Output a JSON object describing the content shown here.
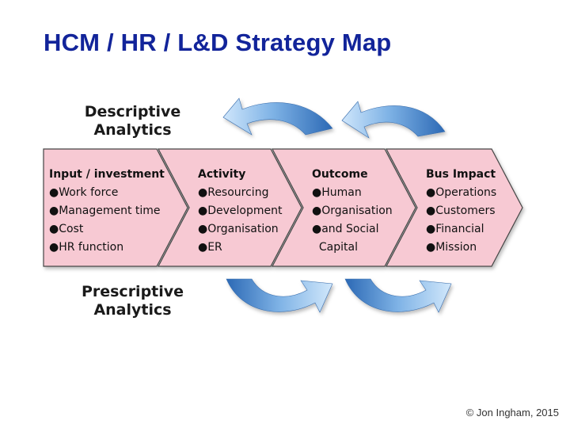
{
  "title": "HCM / HR / L&D Strategy Map",
  "descriptive_label": [
    "Descriptive",
    "Analytics"
  ],
  "prescriptive_label": [
    "Prescriptive",
    "Analytics"
  ],
  "stages": [
    {
      "heading": "Input / investment",
      "items": [
        "●Work force",
        "●Management time",
        "●Cost",
        "●HR function"
      ]
    },
    {
      "heading": "Activity",
      "items": [
        "●Resourcing",
        "●Development",
        "●Organisation",
        "●ER"
      ]
    },
    {
      "heading": "Outcome",
      "items": [
        "●Human",
        "●Organisation",
        "●and Social",
        "  Capital"
      ]
    },
    {
      "heading": "Bus Impact",
      "items": [
        "●Operations",
        "●Customers",
        "●Financial",
        "●Mission"
      ]
    }
  ],
  "copyright": "© Jon Ingham, 2015",
  "colors": {
    "title": "#12249a",
    "chevron_fill": "#f7c9d3",
    "chevron_stroke": "#444444",
    "arrow_light": "#a8d0f2",
    "arrow_dark": "#2f6fba"
  }
}
